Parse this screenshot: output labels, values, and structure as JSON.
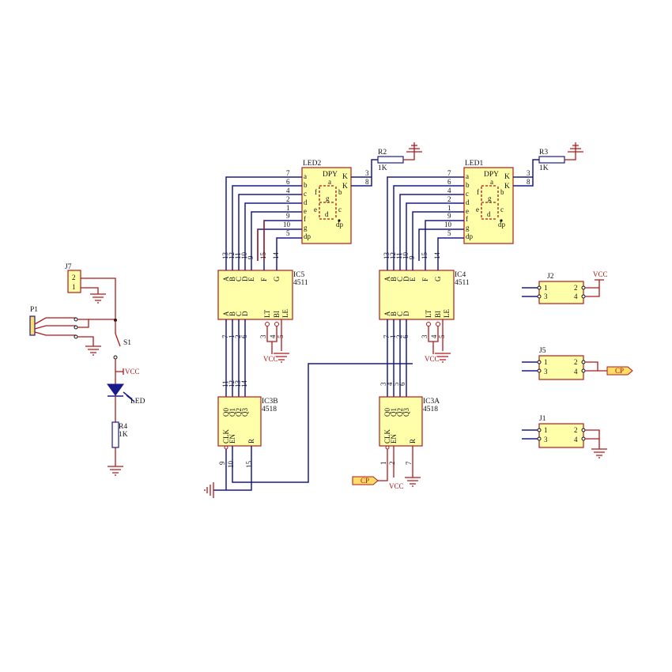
{
  "components": {
    "led2": {
      "ref": "LED2",
      "type": "DPY",
      "pins_left": [
        "a",
        "b",
        "c",
        "d",
        "e",
        "f",
        "g",
        "dp"
      ],
      "pins_right": [
        "K",
        "K"
      ],
      "left_nums": [
        "7",
        "6",
        "4",
        "2",
        "1",
        "9",
        "10",
        "5"
      ],
      "right_nums": [
        "3",
        "8"
      ],
      "seg": [
        "a",
        "b",
        "c",
        "d",
        "e",
        "f",
        "g",
        "dp"
      ]
    },
    "led1": {
      "ref": "LED1",
      "type": "DPY",
      "pins_left": [
        "a",
        "b",
        "c",
        "d",
        "e",
        "f",
        "g",
        "dp"
      ],
      "pins_right": [
        "K",
        "K"
      ],
      "left_nums": [
        "7",
        "6",
        "4",
        "2",
        "1",
        "9",
        "10",
        "5"
      ],
      "right_nums": [
        "3",
        "8"
      ],
      "seg": [
        "a",
        "b",
        "c",
        "d",
        "e",
        "f",
        "g",
        "dp"
      ]
    },
    "r2": {
      "ref": "R2",
      "value": "1K"
    },
    "r3": {
      "ref": "R3",
      "value": "1K"
    },
    "r4": {
      "ref": "R4",
      "value": "1K"
    },
    "ic5": {
      "ref": "IC5",
      "part": "4511",
      "top_pins": [
        "A",
        "B",
        "C",
        "D",
        "E",
        "F",
        "G"
      ],
      "top_nums": [
        "13",
        "12",
        "11",
        "10",
        "9",
        "15",
        "14"
      ],
      "bot_pins": [
        "A",
        "B",
        "C",
        "D",
        "LT",
        "BI",
        "LE"
      ],
      "bot_nums": [
        "7",
        "1",
        "2",
        "6",
        "3",
        "4",
        "5"
      ]
    },
    "ic4": {
      "ref": "IC4",
      "part": "4511",
      "top_pins": [
        "A",
        "B",
        "C",
        "D",
        "E",
        "F",
        "G"
      ],
      "top_nums": [
        "13",
        "12",
        "11",
        "10",
        "9",
        "15",
        "14"
      ],
      "bot_pins": [
        "A",
        "B",
        "C",
        "D",
        "LT",
        "BI",
        "LE"
      ],
      "bot_nums": [
        "7",
        "1",
        "2",
        "6",
        "3",
        "4",
        "5"
      ]
    },
    "ic3b": {
      "ref": "IC3B",
      "part": "4518",
      "top_pins": [
        "Q0",
        "Q1",
        "Q2",
        "Q3"
      ],
      "top_nums": [
        "11",
        "12",
        "13",
        "14"
      ],
      "bot_pins": [
        "CLK",
        "EN",
        "R"
      ],
      "bot_nums": [
        "9",
        "10",
        "15"
      ]
    },
    "ic3a": {
      "ref": "IC3A",
      "part": "4518",
      "top_pins": [
        "Q0",
        "Q1",
        "Q2",
        "Q3"
      ],
      "top_nums": [
        "3",
        "4",
        "5",
        "6"
      ],
      "bot_pins": [
        "CLK",
        "EN",
        "R"
      ],
      "bot_nums": [
        "1",
        "2",
        "7"
      ]
    },
    "j7": {
      "ref": "J7",
      "pins": [
        "2",
        "1"
      ]
    },
    "p1": {
      "ref": "P1"
    },
    "s1": {
      "ref": "S1"
    },
    "led": {
      "ref": "LED"
    },
    "j2": {
      "ref": "J2",
      "pins": [
        "1",
        "2",
        "3",
        "4"
      ]
    },
    "j5": {
      "ref": "J5",
      "pins": [
        "1",
        "2",
        "3",
        "4"
      ]
    },
    "j1": {
      "ref": "J1",
      "pins": [
        "1",
        "2",
        "3",
        "4"
      ]
    }
  },
  "power": {
    "vcc": "VCC",
    "cp": "CP"
  },
  "colors": {
    "wire": "#1a1a8c",
    "symbol": "#b01818",
    "chip_fill": "#ffffaa",
    "port_fill": "#ffdd66"
  }
}
